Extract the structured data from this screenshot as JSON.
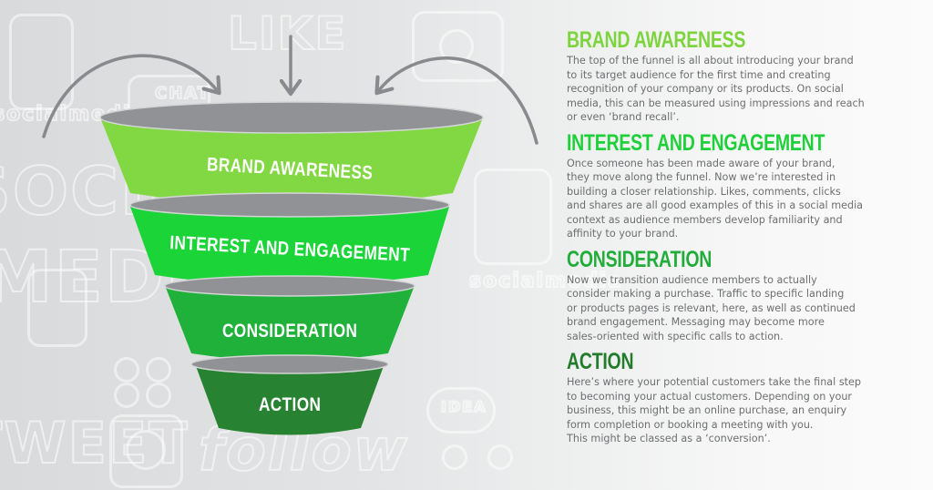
{
  "colors": {
    "background": "#e3e4e5",
    "funnel_rim": "#919295",
    "arrow": "#898a8d",
    "body_text": "#6d6e70",
    "label_text": "#ffffff"
  },
  "background_decor": {
    "words": [
      "LIKE",
      "CHAT",
      "socialmedia",
      "SOCIAL",
      "MEDIA",
      "TWEET",
      "follow",
      "IDEA",
      "socialmedia"
    ],
    "icons": [
      "camera-icon",
      "map-pin-icon",
      "power-icon",
      "rss-icon",
      "plus-icon",
      "minus-icon",
      "user-icon",
      "speech-bubble-icon",
      "music-note-icon"
    ]
  },
  "arrows": [
    {
      "name": "left-curved-arrow",
      "direction": "into-funnel"
    },
    {
      "name": "center-down-arrow",
      "direction": "into-funnel"
    },
    {
      "name": "right-curved-arrow",
      "direction": "into-funnel"
    }
  ],
  "funnel": {
    "stages": [
      {
        "label": "BRAND AWARENESS",
        "color": "#82d843"
      },
      {
        "label": "INTEREST AND ENGAGEMENT",
        "color": "#1ad438"
      },
      {
        "label": "CONSIDERATION",
        "color": "#20b13b"
      },
      {
        "label": "ACTION",
        "color": "#278332"
      }
    ]
  },
  "sections": [
    {
      "title": "BRAND AWARENESS",
      "title_color": "#7ed43f",
      "body": "The top of the funnel is all about introducing your brand\nto its target audience for the first time and creating\nrecognition of your company or its products. On social\nmedia, this can be measured using impressions and reach\nor even ‘brand recall’."
    },
    {
      "title": "INTEREST AND ENGAGEMENT",
      "title_color": "#1fd03a",
      "body": "Once someone has been made aware of your brand,\nthey move along the funnel. Now we’re interested in\nbuilding a closer relationship. Likes, comments, clicks\nand shares are all good examples of this in a social media\ncontext as audience members develop familiarity and\naffinity to your brand."
    },
    {
      "title": "CONSIDERATION",
      "title_color": "#22ad3a",
      "body": "Now we transition audience members to actually\nconsider making a purchase. Traffic to specific landing\nor products pages is relevant, here, as well as continued\nbrand engagement. Messaging may become more\nsales-oriented with specific calls to action."
    },
    {
      "title": "ACTION",
      "title_color": "#237c2c",
      "body": "Here’s where your potential customers take the final step\nto becoming your actual customers. Depending on your\nbusiness, this might be an online purchase, an enquiry\nform completion or booking a meeting with you.\nThis might be classed as a ‘conversion’."
    }
  ]
}
